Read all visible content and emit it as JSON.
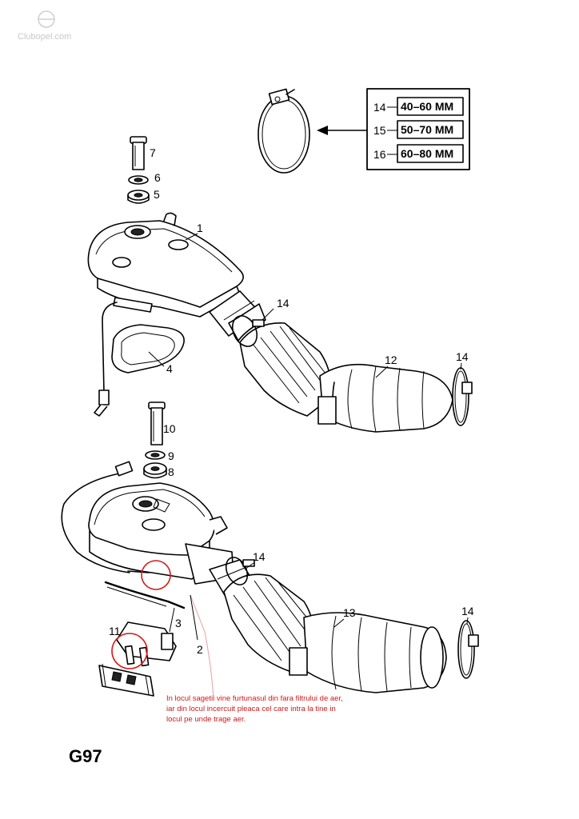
{
  "watermark": "Clubopel.com",
  "page_code": "G97",
  "clamp_specs": [
    {
      "ref": "14",
      "size": "40–60 MM"
    },
    {
      "ref": "15",
      "size": "50–70 MM"
    },
    {
      "ref": "16",
      "size": "60–80 MM"
    }
  ],
  "callouts": {
    "c1": "1",
    "c2": "2",
    "c3": "3",
    "c4": "4",
    "c5": "5",
    "c6": "6",
    "c7": "7",
    "c8": "8",
    "c9": "9",
    "c10": "10",
    "c11": "11",
    "c12": "12",
    "c13": "13",
    "c14": "14"
  },
  "annotation": "In locul sagetii vine furtunasul din fara filtrului de aer, iar din locul incercuit pleaca cel care intra la tine in locul pe unde trage aer.",
  "colors": {
    "annotation": "#d01818",
    "line": "#000000"
  }
}
